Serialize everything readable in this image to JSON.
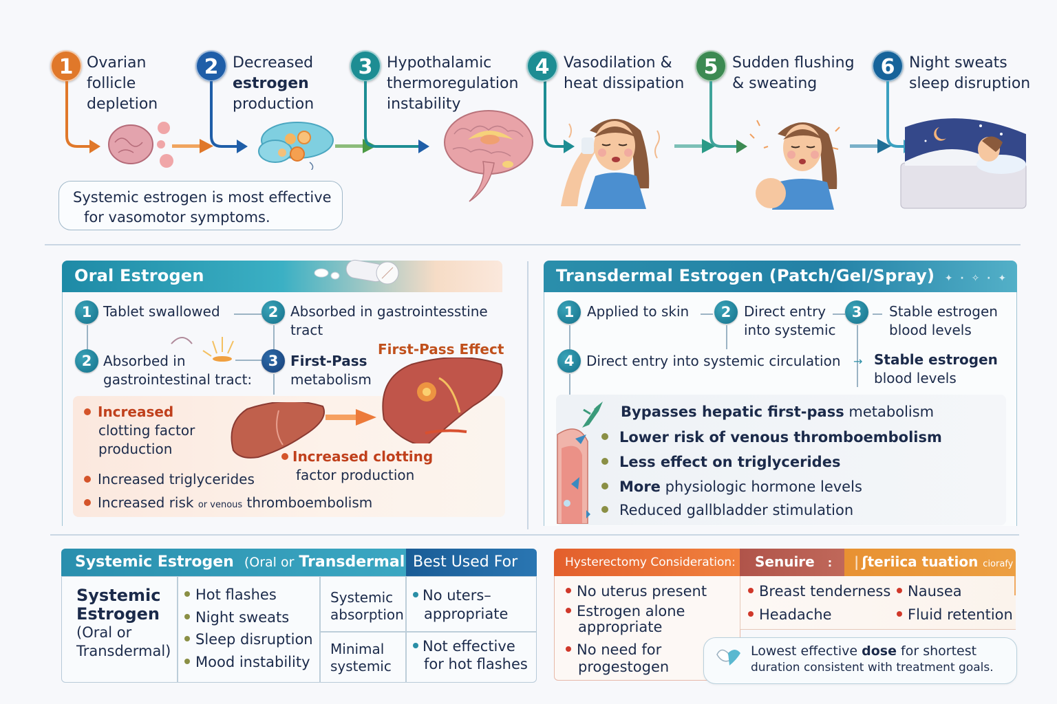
{
  "flow": {
    "steps": [
      {
        "num": "1",
        "color": "#e0782a",
        "line1": "Ovarian",
        "line2": "follicle",
        "line3": "depletion",
        "icon": "ovary-icon"
      },
      {
        "num": "2",
        "color": "#1f5ea8",
        "line1": "Decreased",
        "line2": "estrogen",
        "line3": "production",
        "icon": "estrogen-cell-icon"
      },
      {
        "num": "3",
        "color": "#1d8d93",
        "line1": "Hypothalamic",
        "line2": "thermoregulation",
        "line3": "instability",
        "icon": "brain-icon"
      },
      {
        "num": "4",
        "color": "#1d8d93",
        "line1": "Vasodilation &",
        "line2": "heat dissipation",
        "line3": "",
        "icon": "woman-hot-flash-icon"
      },
      {
        "num": "5",
        "color": "#3c8a52",
        "line1": "Sudden flushing",
        "line2": "& sweating",
        "line3": "",
        "icon": "woman-sweating-icon"
      },
      {
        "num": "6",
        "color": "#16639a",
        "line1": "Night sweats",
        "line2": "sleep disruption",
        "line3": "",
        "icon": "sleeping-woman-icon"
      }
    ],
    "note": {
      "line1": "Systemic estrogen is most effective",
      "line2": "for vasomotor symptoms."
    }
  },
  "oral": {
    "title": "Oral Estrogen",
    "icon": "pill-icon",
    "steps": [
      {
        "num": "1",
        "text": "Tablet swallowed"
      },
      {
        "num": "2",
        "text1": "Absorbed in gastrointesstine",
        "text2": "tract"
      },
      {
        "num": "2",
        "text1": "Absorbed in",
        "text2": "gastrointestinal tract:"
      },
      {
        "num": "3",
        "bold": "First-Pass",
        "text2": "metabolism"
      }
    ],
    "first_pass_label": "First-Pass Effect",
    "effects": {
      "item1_bold": "Increased",
      "item1_line2": "clotting factor",
      "item1_line3": "production",
      "item2": "Increased triglycerides",
      "item3_a": "Increased risk",
      "item3_small": "or venous",
      "item3_b": "thromboembolism",
      "liver_bold": "Increased clotting",
      "liver_line2": "factor production"
    }
  },
  "transdermal": {
    "title": "Transdermal Estrogen (Patch/Gel/Spray)",
    "steps": [
      {
        "num": "1",
        "text": "Applied to skin"
      },
      {
        "num": "2",
        "text1": "Direct entry",
        "text2": "into systemic"
      },
      {
        "num": "3",
        "text1": "Stable estrogen",
        "text2": "blood levels"
      },
      {
        "num": "4",
        "text": "Direct entry into systemic circulation"
      }
    ],
    "result_bold": "Stable estrogen",
    "result_line2": "blood levels",
    "benefits": [
      {
        "bold": "Bypasses hepatic first-pass",
        "rest": " metabolism"
      },
      {
        "bold": "Lower risk of venous thromboembolism",
        "rest": ""
      },
      {
        "bold": "Less effect on triglycerides",
        "rest": ""
      },
      {
        "bold": "More",
        "rest": " physiologic hormone levels"
      },
      {
        "bold": "",
        "rest": "Reduced gallbladder stimulation"
      }
    ]
  },
  "systemic_table": {
    "header_bold1": "Systemic Estrogen",
    "header_small": "(Oral or",
    "header_bold2": "Transdermal",
    "header_right": "Best Used For",
    "row_label_bold1": "Systemic",
    "row_label_bold2": "Estrogen",
    "row_label_line3": "(Oral or",
    "row_label_line4": "Transdermal)",
    "symptoms": [
      "Hot flashes",
      "Night sweats",
      "Sleep disruption",
      "Mood instability"
    ],
    "col3": [
      {
        "line1": "Systemic",
        "line2": "absorption"
      },
      {
        "line1": "Minimal",
        "line2": "systemic"
      }
    ],
    "col4": [
      {
        "line1": "No uters–",
        "line2": "appropriate"
      },
      {
        "line1": "Not effective",
        "line2": "for hot flashes"
      }
    ]
  },
  "hysterectomy_table": {
    "header1": "Hysterectomy Consideration:",
    "header2": "Senuire",
    "header2_icon": ":",
    "header3": "ʃteriica tuation",
    "header3_small": "ciorafy",
    "left_items": [
      {
        "line1": "No uterus present",
        "line2": ""
      },
      {
        "line1": "Estrogen alone",
        "line2": "appropriate"
      },
      {
        "line1": "No need for",
        "line2": "progestogen"
      }
    ],
    "side_effects": [
      "Breast tenderness",
      "Nausea",
      "Headache",
      "Fluid retention"
    ],
    "dose_note": {
      "pre": "Lowest effective ",
      "bold": "dose",
      "post": " for shortest",
      "line2": "duration consistent with treatment goals."
    }
  },
  "colors": {
    "teal_header": "#2a93ad",
    "dark_blue_header": "#1d5f98",
    "orange_header": "#e4692e",
    "brick_header": "#b45a48",
    "amber_header": "#e69332",
    "accent_red": "#c0401c",
    "text_navy": "#1b2a4a"
  }
}
